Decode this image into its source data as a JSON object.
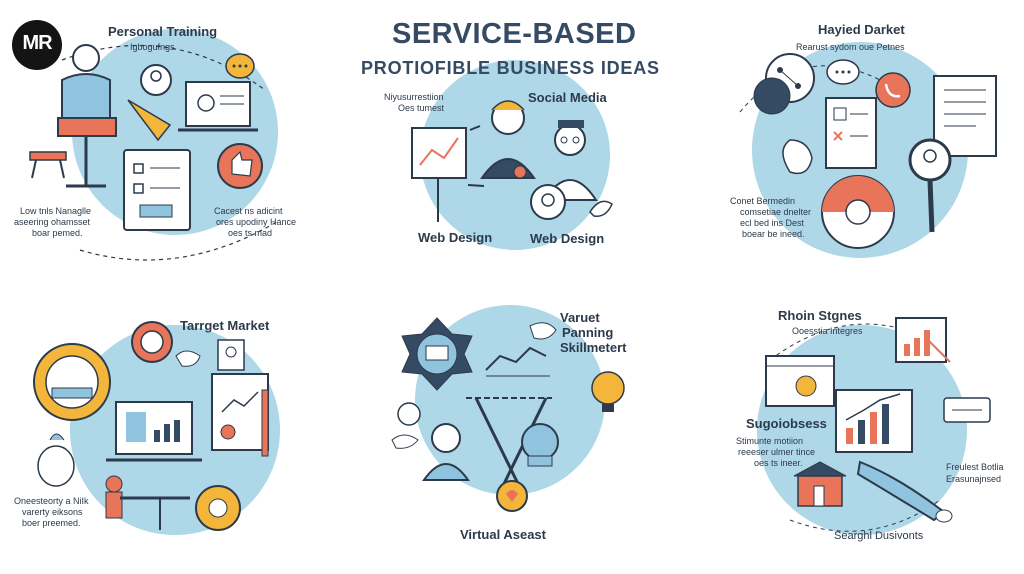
{
  "logo": {
    "mark": "MR",
    "sub": ""
  },
  "header": {
    "title": "SERVICE-BASED",
    "subtitle": "PROTIOFIBLE BUSINESS IDEAS"
  },
  "panels": {
    "p1": {
      "title": "Personal Training",
      "subtitle": "Igbogufngs",
      "left_note": [
        "Low tnls Nanaglle",
        "aseering ohamsset",
        "boar pemed."
      ],
      "right_note": [
        "Cacest ns adicint",
        "ores upodiny Hance",
        "oes ts mad"
      ]
    },
    "p2": {
      "note": [
        "Niyusurrestiion",
        "Oes tumest"
      ],
      "social": "Social Media",
      "web1": "Web Design",
      "web2": "Web Design"
    },
    "p3": {
      "title": "Hayied Darket",
      "subtitle": "Rearust sydom oue Petnes",
      "note": [
        "Conet Bermedin",
        "comsetiae dnelter",
        "ecl bed ins Dest",
        "boear be ineed."
      ]
    },
    "p4": {
      "title": "Tarrget Market",
      "note": [
        "Oneesteorty a NiIk",
        "varerty eiksons",
        "boer preemed."
      ]
    },
    "p5": {
      "title": [
        "Varuet",
        "Panning",
        "Skillmetert"
      ],
      "bottom": "Virtual Aseast"
    },
    "p6": {
      "title": "Rhoin Stgnes",
      "subtitle": "Ooesstia Integres",
      "mid": "Sugoiobsess",
      "note": [
        "Stimunte motiion",
        "reeeser ulmer tince",
        "oes ts ineer."
      ],
      "right_note": [
        "Freulest Botlia",
        "Erasunajnsed"
      ],
      "bottom": "Searghl Dusivonts"
    }
  },
  "colors": {
    "blob": "#aed7e8",
    "orange": "#e8755a",
    "yellow": "#f3b63a",
    "navy": "#354a63",
    "line": "#2c3a4b"
  }
}
